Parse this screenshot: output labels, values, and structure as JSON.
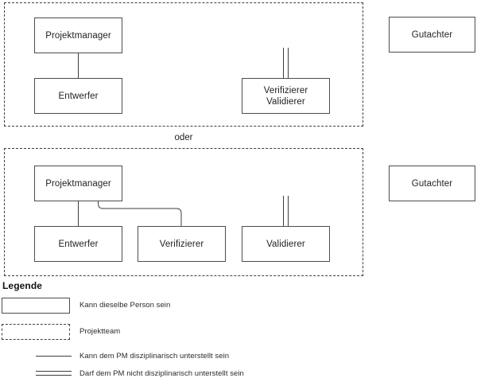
{
  "diagram": {
    "separator_label": "oder",
    "teams": [
      {
        "name": "team-option-1",
        "roles": [
          {
            "name": "projektmanager",
            "lines": [
              "Projektmanager"
            ]
          },
          {
            "name": "entwerfer",
            "lines": [
              "Entwerfer"
            ]
          },
          {
            "name": "verifizierer-validierer",
            "lines": [
              "Verifizierer",
              "Validierer"
            ]
          }
        ]
      },
      {
        "name": "team-option-2",
        "roles": [
          {
            "name": "projektmanager",
            "lines": [
              "Projektmanager"
            ]
          },
          {
            "name": "entwerfer",
            "lines": [
              "Entwerfer"
            ]
          },
          {
            "name": "verifizierer",
            "lines": [
              "Verifizierer"
            ]
          },
          {
            "name": "validierer",
            "lines": [
              "Validierer"
            ]
          }
        ]
      }
    ],
    "external_roles": [
      {
        "name": "gutachter-1",
        "lines": [
          "Gutachter"
        ]
      },
      {
        "name": "gutachter-2",
        "lines": [
          "Gutachter"
        ]
      }
    ],
    "labels": {
      "team1_pm": "Projektmanager",
      "team1_entwerfer": "Entwerfer",
      "team1_verifizierer_line1": "Verifizierer",
      "team1_verifizierer_line2": "Validierer",
      "team2_pm": "Projektmanager",
      "team2_entwerfer": "Entwerfer",
      "team2_verifizierer": "Verifizierer",
      "team2_validierer": "Validierer",
      "gutachter_1": "Gutachter",
      "gutachter_2": "Gutachter"
    }
  },
  "legend": {
    "title": "Legende",
    "items": [
      {
        "symbol": "solid-rectangle",
        "text": "Kann dieselbe Person sein"
      },
      {
        "symbol": "dashed-rectangle",
        "text": "Projektteam"
      },
      {
        "symbol": "single-line",
        "text": "Kann dem PM disziplinarisch unterstellt sein"
      },
      {
        "symbol": "double-line",
        "text": "Darf dem PM nicht disziplinarisch unterstellt sein"
      }
    ]
  },
  "colors": {
    "box_border": "#4d4d4d",
    "dashed_border": "#3d3d3d",
    "connector": "#3d3d3d",
    "text": "#1f1f1f",
    "background": "#ffffff"
  }
}
